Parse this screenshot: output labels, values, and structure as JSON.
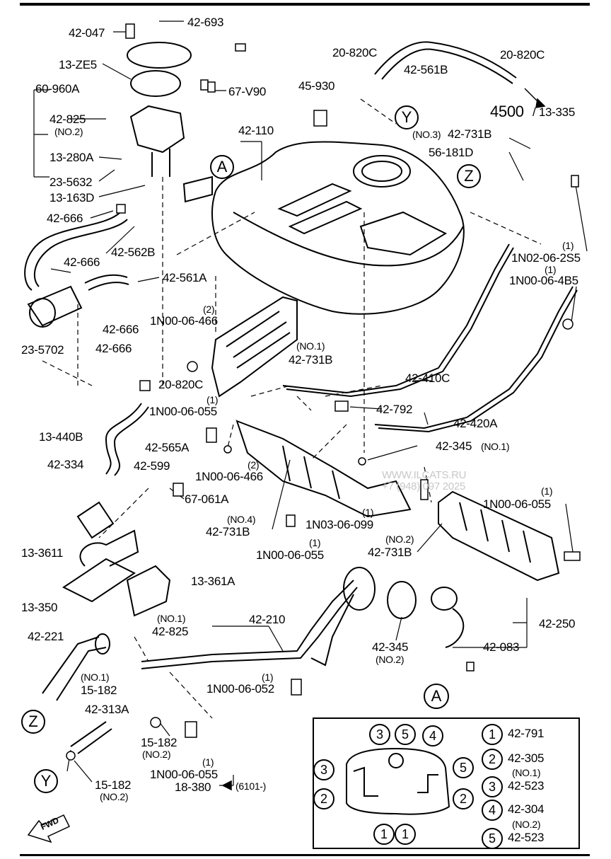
{
  "diagram": {
    "watermark": "WWW.ILCATS.RU",
    "watermark_phone": "+7 (948) 097 2025",
    "callouts": {
      "A": "A",
      "Y": "Y",
      "Z": "Z"
    },
    "fwd_arrow": "FWD",
    "labels": {
      "p42_047": "42-047",
      "p42_693": "42-693",
      "p13_ze5": "13-ZE5",
      "p60_960a": "60-960A",
      "p67_v90": "67-V90",
      "p42_825_a": "42-825",
      "p42_825_a_note": "(NO.2)",
      "p13_280a": "13-280A",
      "p23_5632": "23-5632",
      "p13_163d": "13-163D",
      "p42_666_a": "42-666",
      "p42_562b": "42-562B",
      "p42_666_b": "42-666",
      "p42_561a": "42-561A",
      "p42_666_c": "42-666",
      "p42_666_d": "42-666",
      "p23_5702": "23-5702",
      "p13_440b": "13-440B",
      "p20_820c_a": "20-820C",
      "p42_561b": "42-561B",
      "p20_820c_b": "20-820C",
      "p45_930": "45-930",
      "p4500": "4500",
      "p13_335": "/ 13-335",
      "p42_110": "42-110",
      "p42_731b_3_note": "(NO.3)",
      "p42_731b_3": "42-731B",
      "p56_181d": "56-181D",
      "p1n02_note": "(1)",
      "p1n02": "1N02-06-2S5",
      "p1n00_4b5_note": "(1)",
      "p1n00_4b5": "1N00-06-4B5",
      "p1n00_466_a_note": "(2)",
      "p1n00_466_a": "1N00-06-466",
      "p42_731b_1_note": "(NO.1)",
      "p42_731b_1": "42-731B",
      "p42_410c": "42-410C",
      "p20_820c_c": "20-820C",
      "p1n00_055_a_note": "(1)",
      "p1n00_055_a": "1N00-06-055",
      "p42_792": "42-792",
      "p42_420a": "42-420A",
      "p42_565a": "42-565A",
      "p42_334": "42-334",
      "p42_599": "42-599",
      "p42_345_1": "42-345",
      "p42_345_1_note": "(NO.1)",
      "p1n00_466_b_note": "(2)",
      "p1n00_466_b": "1N00-06-466",
      "p67_061a": "67-061A",
      "p42_731b_4_note": "(NO.4)",
      "p42_731b_4": "42-731B",
      "p1n03_note": "(1)",
      "p1n03": "1N03-06-099",
      "p1n00_055_b_note": "(1)",
      "p1n00_055_b": "1N00-06-055",
      "p1n00_055_c_note": "(1)",
      "p1n00_055_c": "1N00-06-055",
      "p42_731b_2_note": "(NO.2)",
      "p42_731b_2": "42-731B",
      "p13_3611": "13-3611",
      "p13_361a": "13-361A",
      "p13_350": "13-350",
      "p42_221": "42-221",
      "p42_825_b_note": "(NO.1)",
      "p42_825_b": "42-825",
      "p42_210": "42-210",
      "p42_250": "42-250",
      "p42_345_2": "42-345",
      "p42_345_2_note": "(NO.2)",
      "p42_083": "42-083",
      "p15_182_a_note": "(NO.1)",
      "p15_182_a": "15-182",
      "p1n00_052_note": "(1)",
      "p1n00_052": "1N00-06-052",
      "p42_313a": "42-313A",
      "p15_182_b": "15-182",
      "p15_182_b_note": "(NO.2)",
      "p1n00_055_d_note": "(1)",
      "p1n00_055_d": "1N00-06-055",
      "p18_380": "18-380",
      "p6101": "(6101-)",
      "p15_182_c": "15-182",
      "p15_182_c_note": "(NO.2)"
    },
    "inset": {
      "callout": "A",
      "legend": [
        {
          "num": "1",
          "part": "42-791",
          "note": ""
        },
        {
          "num": "2",
          "part": "42-305",
          "note": ""
        },
        {
          "num": "3",
          "part": "42-523",
          "note": "(NO.1)"
        },
        {
          "num": "4",
          "part": "42-304",
          "note": ""
        },
        {
          "num": "5",
          "part": "42-523",
          "note": "(NO.2)"
        }
      ]
    }
  }
}
